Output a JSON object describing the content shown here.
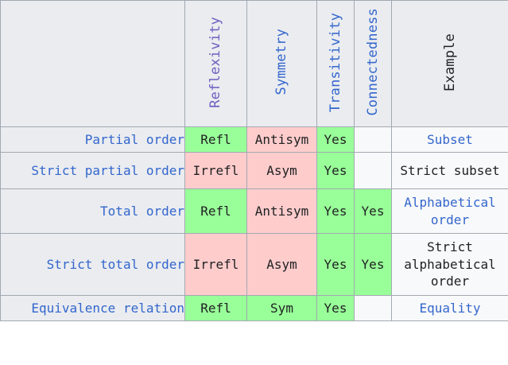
{
  "table": {
    "name": "relation-properties-comparison",
    "colors": {
      "yes_background": "#99ff99",
      "no_background": "#ffcccc",
      "empty_background": "#f8f9fa",
      "header_background": "#eaecf0",
      "link_text": "#3366cc",
      "reflexivity_header_text": "#6b5fbf",
      "plain_text": "#202122",
      "border": "#a2a9b1"
    },
    "columns": [
      {
        "key": "relation",
        "label": "",
        "rotated": false,
        "style": "blank"
      },
      {
        "key": "reflexivity",
        "label": "Reflexivity",
        "rotated": true,
        "style": "link-alt"
      },
      {
        "key": "symmetry",
        "label": "Symmetry",
        "rotated": true,
        "style": "link"
      },
      {
        "key": "transitivity",
        "label": "Transitivity",
        "rotated": true,
        "style": "link"
      },
      {
        "key": "connectedness",
        "label": "Connectedness",
        "rotated": true,
        "style": "link"
      },
      {
        "key": "example",
        "label": "Example",
        "rotated": true,
        "style": "plain"
      }
    ],
    "rows": [
      {
        "relation": "Partial order",
        "reflexivity": "Refl",
        "symmetry": "Antisym",
        "transitivity": "Yes",
        "connectedness": "",
        "example": "Subset",
        "example_is_link": true
      },
      {
        "relation": "Strict partial order",
        "reflexivity": "Irrefl",
        "symmetry": "Asym",
        "transitivity": "Yes",
        "connectedness": "",
        "example": "Strict subset",
        "example_is_link": false
      },
      {
        "relation": "Total order",
        "reflexivity": "Refl",
        "symmetry": "Antisym",
        "transitivity": "Yes",
        "connectedness": "Yes",
        "example": "Alphabetical order",
        "example_is_link": true
      },
      {
        "relation": "Strict total order",
        "reflexivity": "Irrefl",
        "symmetry": "Asym",
        "transitivity": "Yes",
        "connectedness": "Yes",
        "example": "Strict alphabetical order",
        "example_is_link": false
      },
      {
        "relation": "Equivalence relation",
        "reflexivity": "Refl",
        "symmetry": "Sym",
        "transitivity": "Yes",
        "connectedness": "",
        "example": "Equality",
        "example_is_link": true
      }
    ]
  }
}
